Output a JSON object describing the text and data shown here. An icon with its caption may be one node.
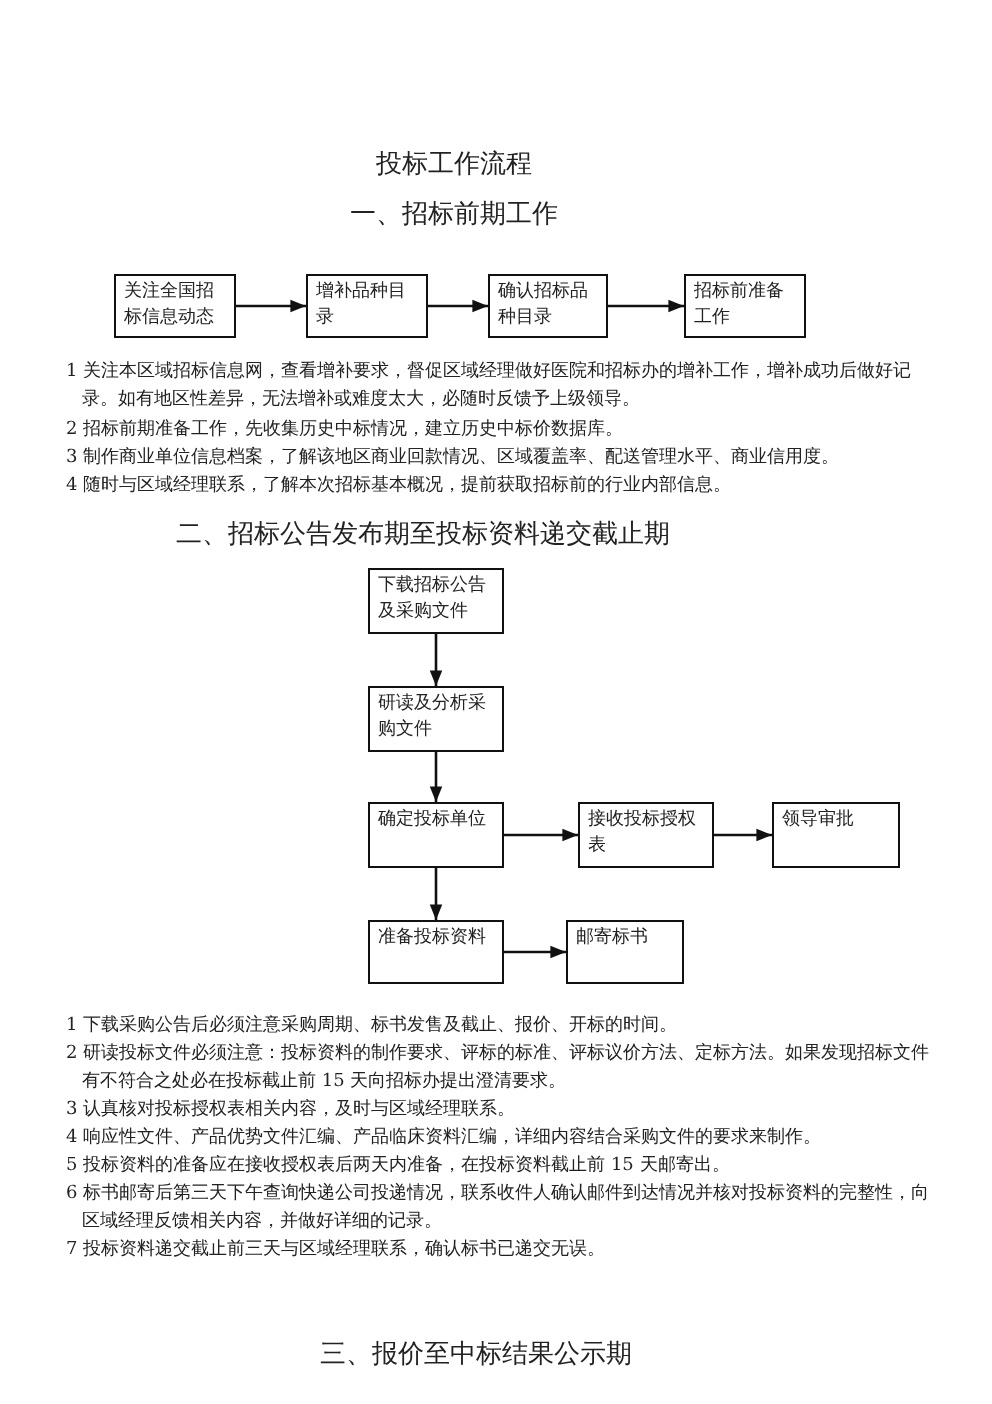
{
  "diagram": {
    "title": "投标工作流程",
    "nodes": [
      {
        "text": [
          "关注全国招标信息动态"
        ]
      },
      {
        "text": [
          "增补品种目录"
        ]
      },
      {
        "text": [
          "确认招标品种目录"
        ]
      },
      {
        "text": [
          "招标前准备工作"
        ]
      },
      {
        "text": [
          "下载招标公告及采购文件"
        ]
      },
      {
        "text": [
          "研读及分析采购文件"
        ]
      },
      {
        "text": [
          "确定投标单位"
        ]
      },
      {
        "text": [
          "接收投标授权表"
        ]
      },
      {
        "text": [
          "领导审批"
        ]
      },
      {
        "text": [
          "准备投标资料"
        ]
      },
      {
        "text": [
          "邮寄标书"
        ]
      }
    ],
    "edges": [
      {
        "from": 0,
        "to": 1,
        "arrow": "to"
      },
      {
        "from": 1,
        "to": 2,
        "arrow": "to"
      },
      {
        "from": 2,
        "to": 3,
        "arrow": "to"
      },
      {
        "from": 4,
        "to": 5,
        "arrow": "to"
      },
      {
        "from": 5,
        "to": 6,
        "arrow": "to"
      },
      {
        "from": 6,
        "to": 7,
        "arrow": "to"
      },
      {
        "from": 7,
        "to": 8,
        "arrow": "to"
      },
      {
        "from": 6,
        "to": 9,
        "arrow": "to"
      },
      {
        "from": 9,
        "to": 10,
        "arrow": "to"
      }
    ],
    "labels": [
      "一、招标前期工作",
      "1 关注本区域招标信息网，查看增补要求，督促区域经理做好医院和招标办的增补工作，增补成功后做好记录。如有地区性差异，无法增补或难度太大，必随时反馈予上级领导。",
      "2 招标前期准备工作，先收集历史中标情况，建立历史中标价数据库。",
      "3 制作商业单位信息档案，了解该地区商业回款情况、区域覆盖率、配送管理水平、商业信用度。",
      "4 随时与区域经理联系，了解本次招标基本概况，提前获取招标前的行业内部信息。",
      "二、招标公告发布期至投标资料递交截止期",
      "1 下载采购公告后必须注意采购周期、标书发售及截止、报价、开标的时间。",
      "2 研读投标文件必须注意：投标资料的制作要求、评标的标准、评标议价方法、定标方法。如果发现招标文件有不符合之处必在投标截止前 15 天向招标办提出澄清要求。",
      "3 认真核对投标授权表相关内容，及时与区域经理联系。",
      "4 响应性文件、产品优势文件汇编、产品临床资料汇编，详细内容结合采购文件的要求来制作。",
      "5 投标资料的准备应在接收授权表后两天内准备，在投标资料截止前 15 天邮寄出。",
      "6 标书邮寄后第三天下午查询快递公司投递情况，联系收件人确认邮件到达情况并核对投标资料的完整性，向区域经理反馈相关内容，并做好详细的记录。",
      "7 投标资料递交截止前三天与区域经理联系，确认标书已递交无误。",
      "三、报价至中标结果公示期"
    ]
  }
}
